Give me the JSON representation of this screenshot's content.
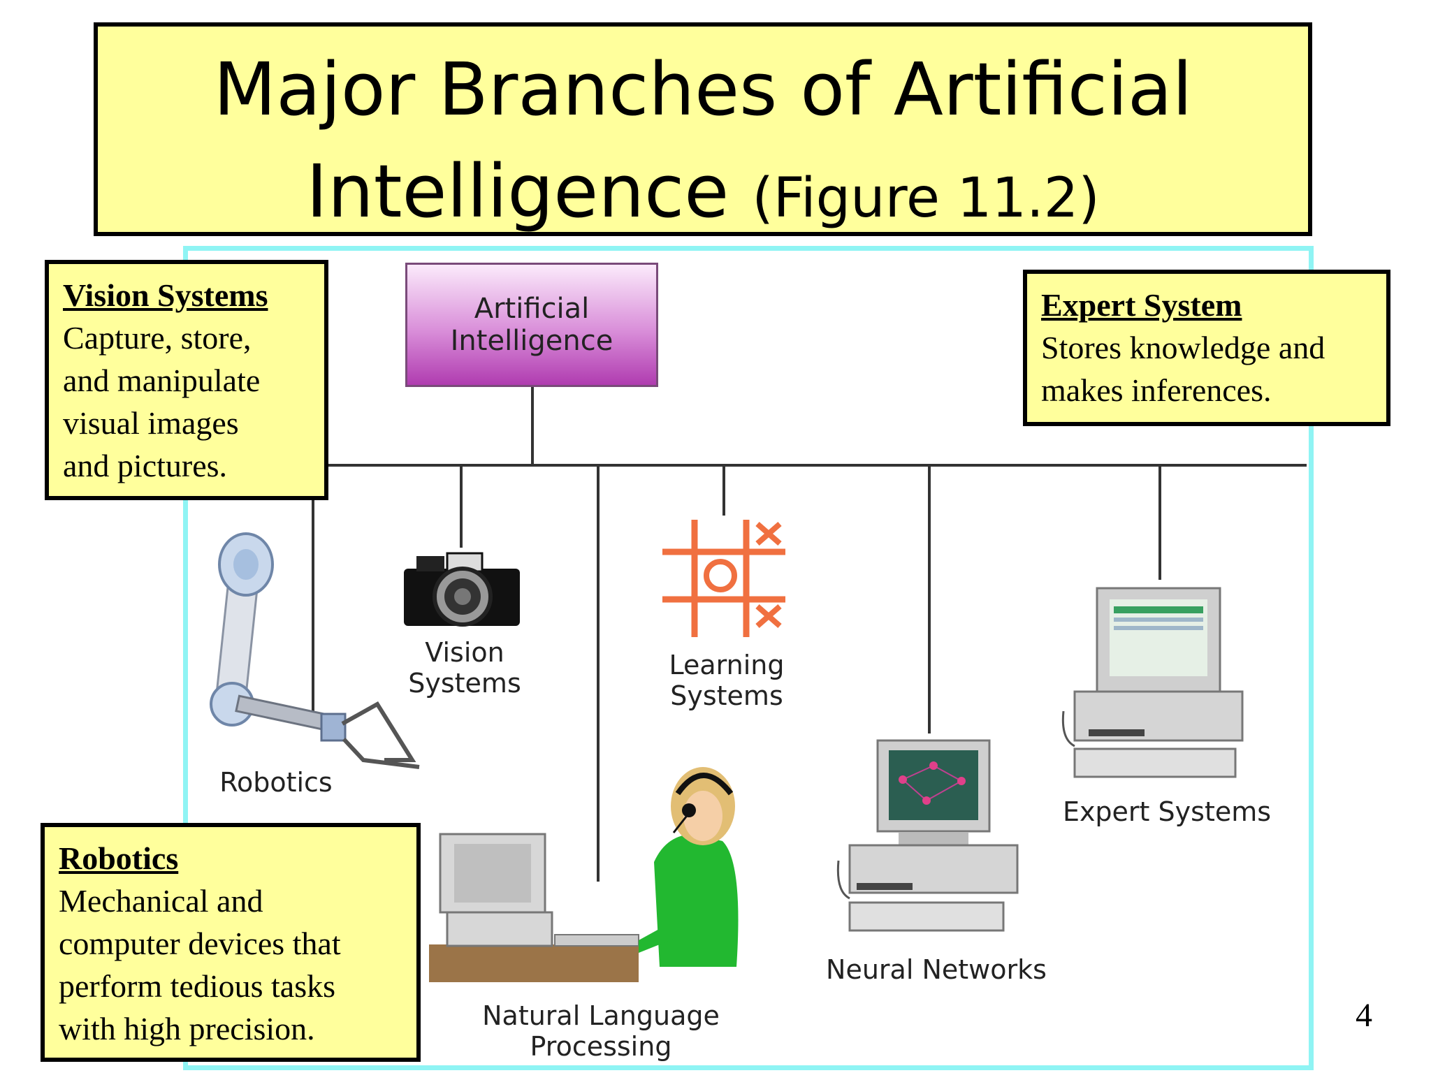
{
  "title": {
    "line1": "Major Branches of Artificial",
    "line2_main": "Intelligence",
    "line2_suffix": "(Figure 11.2)"
  },
  "callouts": {
    "vision": {
      "heading": "Vision Systems",
      "body": "Capture, store,\nand manipulate\nvisual images\nand pictures."
    },
    "expert": {
      "heading": "Expert System",
      "body": "Stores knowledge and\nmakes inferences."
    },
    "robotics": {
      "heading": "Robotics",
      "body": "Mechanical and\ncomputer devices that\nperform tedious tasks\nwith high precision."
    }
  },
  "diagram": {
    "root": "Artificial\nIntelligence",
    "branches": {
      "robotics": "Robotics",
      "vision": "Vision\nSystems",
      "learning": "Learning\nSystems",
      "nlp": "Natural Language\nProcessing",
      "neural": "Neural Networks",
      "expert": "Expert Systems"
    }
  },
  "page_number": "4",
  "colors": {
    "callout_fill": "#ffff9c",
    "frame_border": "#8ff4f4",
    "ai_box": "#c060c0",
    "tic_tac_toe": "#f07040",
    "headset_person_shirt": "#22b830"
  },
  "icons": [
    "robot-arm-icon",
    "camera-icon",
    "tic-tac-toe-icon",
    "operator-workstation-icon",
    "neural-network-computer-icon",
    "expert-system-computer-icon"
  ]
}
